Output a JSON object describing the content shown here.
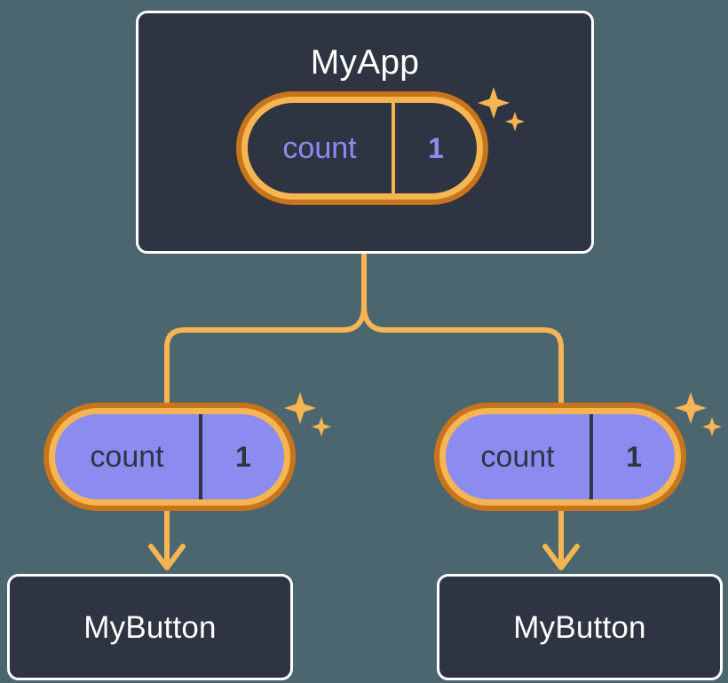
{
  "theme": {
    "page_background": "#4c6670",
    "card_background": "#2e3442",
    "card_border": "#ffffff",
    "accent_amber": "#f5b553",
    "accent_orange": "#c8741a",
    "state_purple": "#8b8bf0",
    "text_light": "#ffffff",
    "text_dark": "#2e3442"
  },
  "diagram": {
    "type": "component-state-tree",
    "root": {
      "name": "root-card",
      "title": "MyApp",
      "state": {
        "key": "count",
        "value": "1",
        "style": "hollow"
      },
      "sparkle_icon": "sparkles-icon"
    },
    "branches": [
      {
        "name": "branch-left",
        "state": {
          "key": "count",
          "value": "1",
          "style": "filled"
        },
        "sparkle_icon": "sparkles-icon",
        "child": {
          "name": "leaf-card-left",
          "title": "MyButton"
        },
        "arrow_icon": "arrow-down-icon"
      },
      {
        "name": "branch-right",
        "state": {
          "key": "count",
          "value": "1",
          "style": "filled"
        },
        "sparkle_icon": "sparkles-icon",
        "child": {
          "name": "leaf-card-right",
          "title": "MyButton"
        },
        "arrow_icon": "arrow-down-icon"
      }
    ]
  }
}
